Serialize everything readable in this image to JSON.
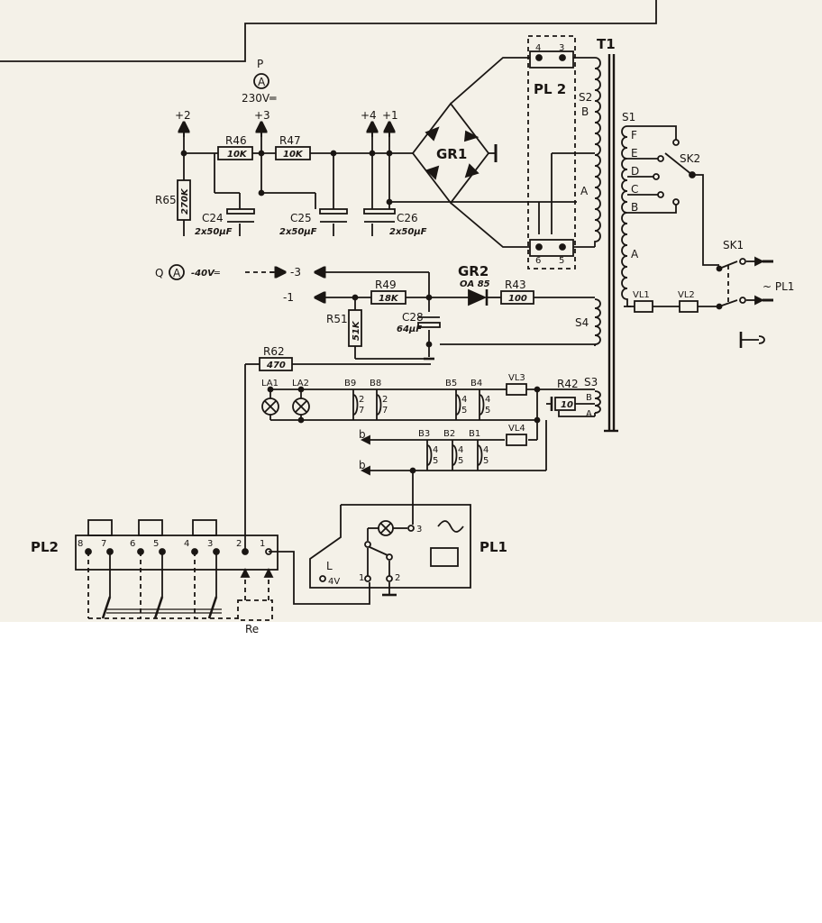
{
  "supply": {
    "t1": "T1",
    "gr1": "GR1",
    "gr2": "GR2",
    "gr2_type": "OA 85",
    "p_meter": "P",
    "p_volts": "230V═",
    "q_meter": "Q",
    "q_volts": "-40V═",
    "meter_a": "A",
    "n2": "+2",
    "n3": "+3",
    "n4": "+4",
    "n1": "+1",
    "nm3": "-3",
    "nm1": "-1",
    "r65": "R65",
    "r65v": "270K",
    "r46": "R46",
    "r46v": "10K",
    "r47": "R47",
    "r47v": "10K",
    "c24": "C24",
    "c24v": "2x50μF",
    "c25": "C25",
    "c25v": "2x50μF",
    "c26": "C26",
    "c26v": "2x50μF",
    "r49": "R49",
    "r49v": "18K",
    "r51": "R51",
    "r51v": "51K",
    "c28": "C28",
    "c28v": "64μF",
    "r43": "R43",
    "r43v": "100",
    "r62": "R62",
    "r62v": "470",
    "r42": "R42",
    "r42v": "10"
  },
  "transformer": {
    "pl2": "PL 2",
    "p4": "4",
    "p3": "3",
    "p6": "6",
    "p5": "5",
    "s2": "S2",
    "s2b": "B",
    "s2a": "A",
    "s1": "S1",
    "taps": [
      "F",
      "E",
      "D",
      "C",
      "B"
    ],
    "s1a": "A",
    "sk2": "SK2",
    "sk1": "SK1",
    "pl1": "~ PL1",
    "vl1": "VL1",
    "vl2": "VL2",
    "s4": "S4",
    "s3": "S3",
    "s3b": "B",
    "s3a": "A"
  },
  "lamps": {
    "la1": "LA1",
    "la2": "LA2",
    "b9": "B9",
    "b8": "B8",
    "b5": "B5",
    "b4": "B4",
    "b3": "B3",
    "b2": "B2",
    "b1": "B1",
    "vl3": "VL3",
    "vl4": "VL4",
    "bline": "b",
    "c27": "2\n7",
    "c45": "4\n5"
  },
  "connectors": {
    "pl2": "PL2",
    "pl2_pins": [
      "8",
      "7",
      "6",
      "5",
      "4",
      "3",
      "2",
      "1"
    ],
    "re": "Re",
    "pl1": "PL1",
    "l": "L",
    "l_volt": "4V",
    "pl1_pins": [
      "1",
      "2",
      "3"
    ],
    "ac": "~"
  }
}
